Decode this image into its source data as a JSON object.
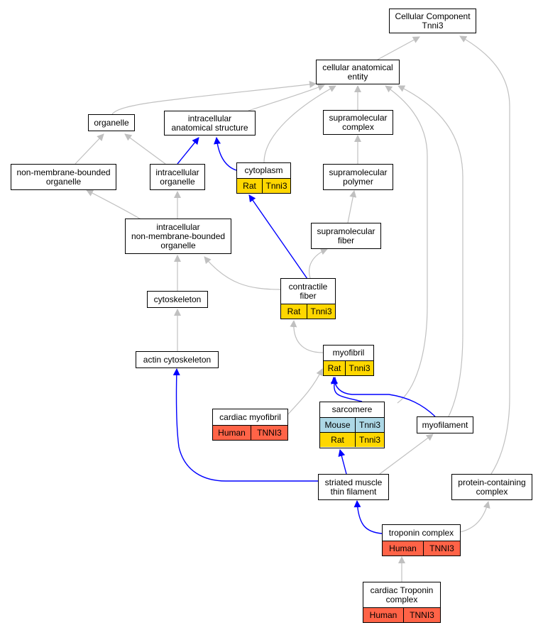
{
  "colors": {
    "is_a_edge": "#c0c0c0",
    "part_of_edge": "#0000ff",
    "rat": "#ffd700",
    "human": "#ff6347",
    "mouse": "#add8e6"
  },
  "nodes": {
    "cellular_component": {
      "label": "Cellular Component\nTnni3"
    },
    "cellular_anatomical_entity": {
      "label": "cellular anatomical\nentity"
    },
    "organelle": {
      "label": "organelle"
    },
    "intracellular_anatomical_structure": {
      "label": "intracellular\nanatomical structure"
    },
    "supramolecular_complex": {
      "label": "supramolecular\ncomplex"
    },
    "non_membrane_bounded_organelle": {
      "label": "non-membrane-bounded\norganelle"
    },
    "intracellular_organelle": {
      "label": "intracellular\norganelle"
    },
    "cytoplasm": {
      "label": "cytoplasm",
      "annotations": [
        {
          "species": "Rat",
          "gene": "Tnni3"
        }
      ]
    },
    "supramolecular_polymer": {
      "label": "supramolecular\npolymer"
    },
    "intracellular_nmbo": {
      "label": "intracellular\nnon-membrane-bounded\norganelle"
    },
    "supramolecular_fiber": {
      "label": "supramolecular\nfiber"
    },
    "contractile_fiber": {
      "label": "contractile\nfiber",
      "annotations": [
        {
          "species": "Rat",
          "gene": "Tnni3"
        }
      ]
    },
    "cytoskeleton": {
      "label": "cytoskeleton"
    },
    "actin_cytoskeleton": {
      "label": "actin cytoskeleton"
    },
    "myofibril": {
      "label": "myofibril",
      "annotations": [
        {
          "species": "Rat",
          "gene": "Tnni3"
        }
      ]
    },
    "cardiac_myofibril": {
      "label": "cardiac myofibril",
      "annotations": [
        {
          "species": "Human",
          "gene": "TNNI3"
        }
      ]
    },
    "sarcomere": {
      "label": "sarcomere",
      "annotations": [
        {
          "species": "Mouse",
          "gene": "Tnni3"
        },
        {
          "species": "Rat",
          "gene": "Tnni3"
        }
      ]
    },
    "myofilament": {
      "label": "myofilament"
    },
    "striated_muscle_thin_filament": {
      "label": "striated muscle\nthin filament"
    },
    "protein_containing_complex": {
      "label": "protein-containing\ncomplex"
    },
    "troponin_complex": {
      "label": "troponin complex",
      "annotations": [
        {
          "species": "Human",
          "gene": "TNNI3"
        }
      ]
    },
    "cardiac_troponin_complex": {
      "label": "cardiac Troponin\ncomplex",
      "annotations": [
        {
          "species": "Human",
          "gene": "TNNI3"
        }
      ]
    }
  },
  "edges": [
    {
      "from": "cellular_anatomical_entity",
      "to": "cellular_component",
      "type": "is_a"
    },
    {
      "from": "protein_containing_complex",
      "to": "cellular_component",
      "type": "is_a"
    },
    {
      "from": "organelle",
      "to": "cellular_anatomical_entity",
      "type": "is_a"
    },
    {
      "from": "intracellular_anatomical_structure",
      "to": "cellular_anatomical_entity",
      "type": "is_a"
    },
    {
      "from": "cytoplasm",
      "to": "cellular_anatomical_entity",
      "type": "is_a"
    },
    {
      "from": "supramolecular_complex",
      "to": "cellular_anatomical_entity",
      "type": "is_a"
    },
    {
      "from": "sarcomere",
      "to": "cellular_anatomical_entity",
      "type": "is_a"
    },
    {
      "from": "myofilament",
      "to": "cellular_anatomical_entity",
      "type": "is_a"
    },
    {
      "from": "non_membrane_bounded_organelle",
      "to": "organelle",
      "type": "is_a"
    },
    {
      "from": "intracellular_organelle",
      "to": "organelle",
      "type": "is_a"
    },
    {
      "from": "intracellular_organelle",
      "to": "intracellular_anatomical_structure",
      "type": "part_of"
    },
    {
      "from": "cytoplasm",
      "to": "intracellular_anatomical_structure",
      "type": "part_of"
    },
    {
      "from": "supramolecular_polymer",
      "to": "supramolecular_complex",
      "type": "is_a"
    },
    {
      "from": "intracellular_nmbo",
      "to": "non_membrane_bounded_organelle",
      "type": "is_a"
    },
    {
      "from": "intracellular_nmbo",
      "to": "intracellular_organelle",
      "type": "is_a"
    },
    {
      "from": "supramolecular_fiber",
      "to": "supramolecular_polymer",
      "type": "is_a"
    },
    {
      "from": "contractile_fiber",
      "to": "cytoplasm",
      "type": "part_of"
    },
    {
      "from": "contractile_fiber",
      "to": "intracellular_nmbo",
      "type": "is_a"
    },
    {
      "from": "contractile_fiber",
      "to": "supramolecular_fiber",
      "type": "is_a"
    },
    {
      "from": "cytoskeleton",
      "to": "intracellular_nmbo",
      "type": "is_a"
    },
    {
      "from": "actin_cytoskeleton",
      "to": "cytoskeleton",
      "type": "is_a"
    },
    {
      "from": "myofibril",
      "to": "contractile_fiber",
      "type": "is_a"
    },
    {
      "from": "cardiac_myofibril",
      "to": "myofibril",
      "type": "is_a"
    },
    {
      "from": "sarcomere",
      "to": "myofibril",
      "type": "part_of"
    },
    {
      "from": "myofilament",
      "to": "myofibril",
      "type": "part_of"
    },
    {
      "from": "striated_muscle_thin_filament",
      "to": "sarcomere",
      "type": "part_of"
    },
    {
      "from": "striated_muscle_thin_filament",
      "to": "myofilament",
      "type": "is_a"
    },
    {
      "from": "striated_muscle_thin_filament",
      "to": "actin_cytoskeleton",
      "type": "part_of"
    },
    {
      "from": "troponin_complex",
      "to": "striated_muscle_thin_filament",
      "type": "part_of"
    },
    {
      "from": "troponin_complex",
      "to": "protein_containing_complex",
      "type": "is_a"
    },
    {
      "from": "cardiac_troponin_complex",
      "to": "troponin_complex",
      "type": "is_a"
    }
  ]
}
